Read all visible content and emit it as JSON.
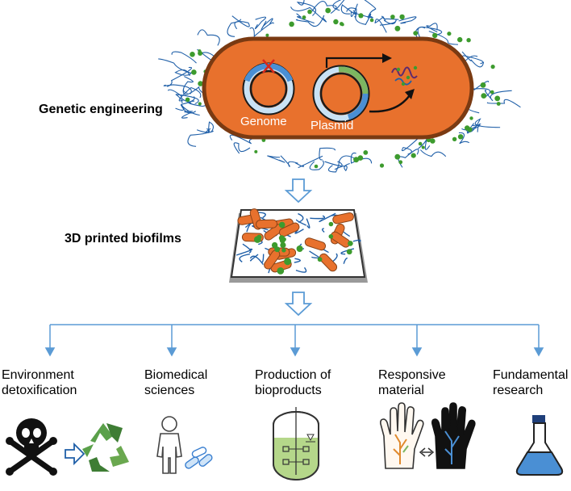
{
  "steps": {
    "genetic_engineering": "Genetic engineering",
    "printed_biofilms": "3D printed biofilms"
  },
  "cell": {
    "genome_label": "Genome",
    "plasmid_label": "Plasmid"
  },
  "applications": [
    {
      "label": "Environment\ndetoxification",
      "icon": "skull-to-recycle-icon"
    },
    {
      "label": "Biomedical\nsciences",
      "icon": "person-with-pills-icon"
    },
    {
      "label": "Production of\nbioproducts",
      "icon": "bioreactor-icon"
    },
    {
      "label": "Responsive\nmaterial",
      "icon": "responsive-hands-icon"
    },
    {
      "label": "Fundamental\nresearch",
      "icon": "flask-icon"
    }
  ],
  "colors": {
    "cell_fill": "#e8712d",
    "cell_border": "#7a3a12",
    "fiber": "#1f5fa8",
    "dot": "#3d9b2e",
    "flow_line": "#5b9bd5",
    "bioreactor_fill": "#b5d78a",
    "flask_fill": "#4a8fd4"
  }
}
